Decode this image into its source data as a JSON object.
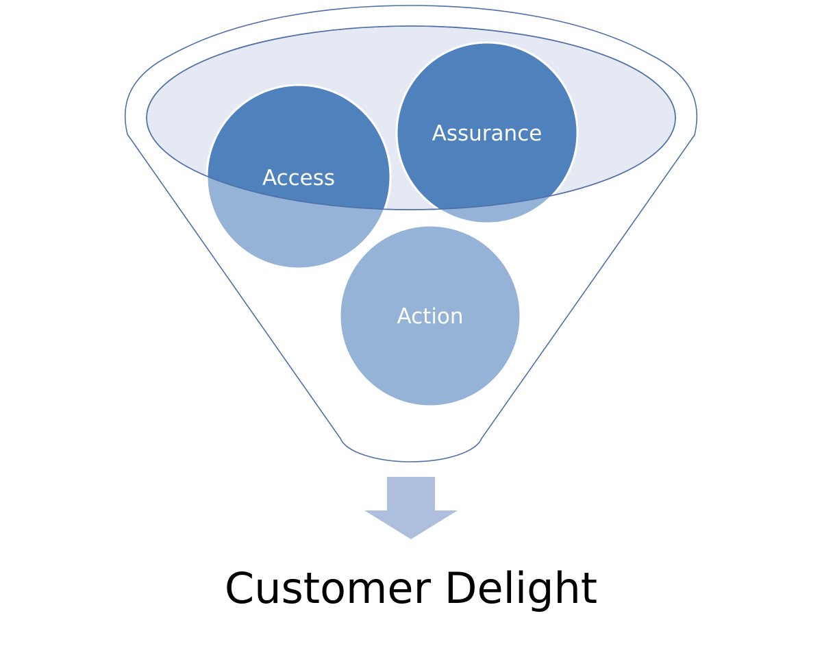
{
  "diagram": {
    "type": "funnel",
    "colors": {
      "funnel_stroke": "#4f6fa8",
      "funnel_top_fill": "#e4e9f3",
      "circle_dark": "#4f81bd",
      "circle_light": "#95b3d7",
      "arrow_fill": "#adbfdd",
      "text_light": "#ffffff",
      "text_dark": "#000000"
    },
    "inputs": [
      {
        "label": "Access"
      },
      {
        "label": "Assurance"
      },
      {
        "label": "Action"
      }
    ],
    "output": {
      "label": "Customer Delight"
    }
  }
}
